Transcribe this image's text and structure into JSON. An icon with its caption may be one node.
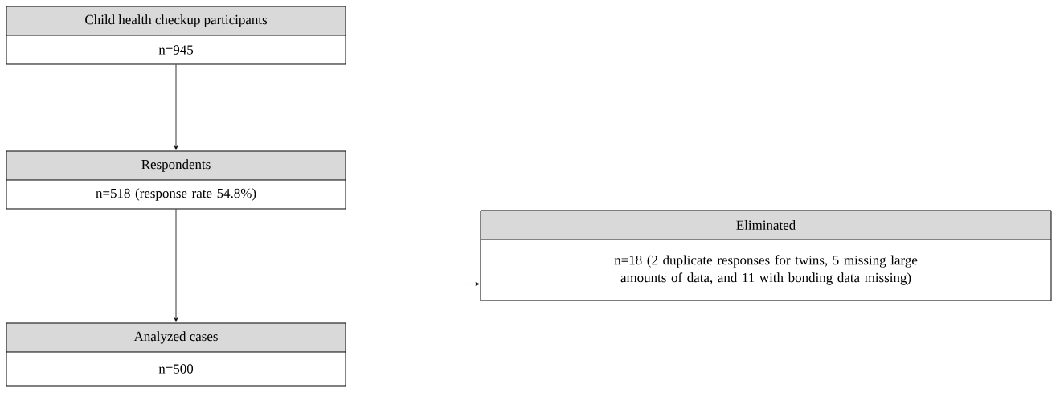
{
  "diagram": {
    "nodes": [
      {
        "text": [
          "Child health checkup participants",
          "n=945"
        ]
      },
      {
        "text": [
          "Respondents",
          "n=518 (response rate 54.8%)"
        ]
      },
      {
        "text": [
          "Analyzed cases",
          "n=500"
        ]
      },
      {
        "text": [
          "Eliminated",
          "n=18 (2 duplicate responses for twins, 5 missing large amounts of data, and 11 with bonding data missing)"
        ]
      }
    ],
    "edges": [
      {
        "from": 0,
        "to": 1,
        "arrow": "to"
      },
      {
        "from": 1,
        "to": 2,
        "arrow": "to"
      },
      {
        "from": null,
        "to": 3,
        "arrow": "to"
      }
    ]
  }
}
